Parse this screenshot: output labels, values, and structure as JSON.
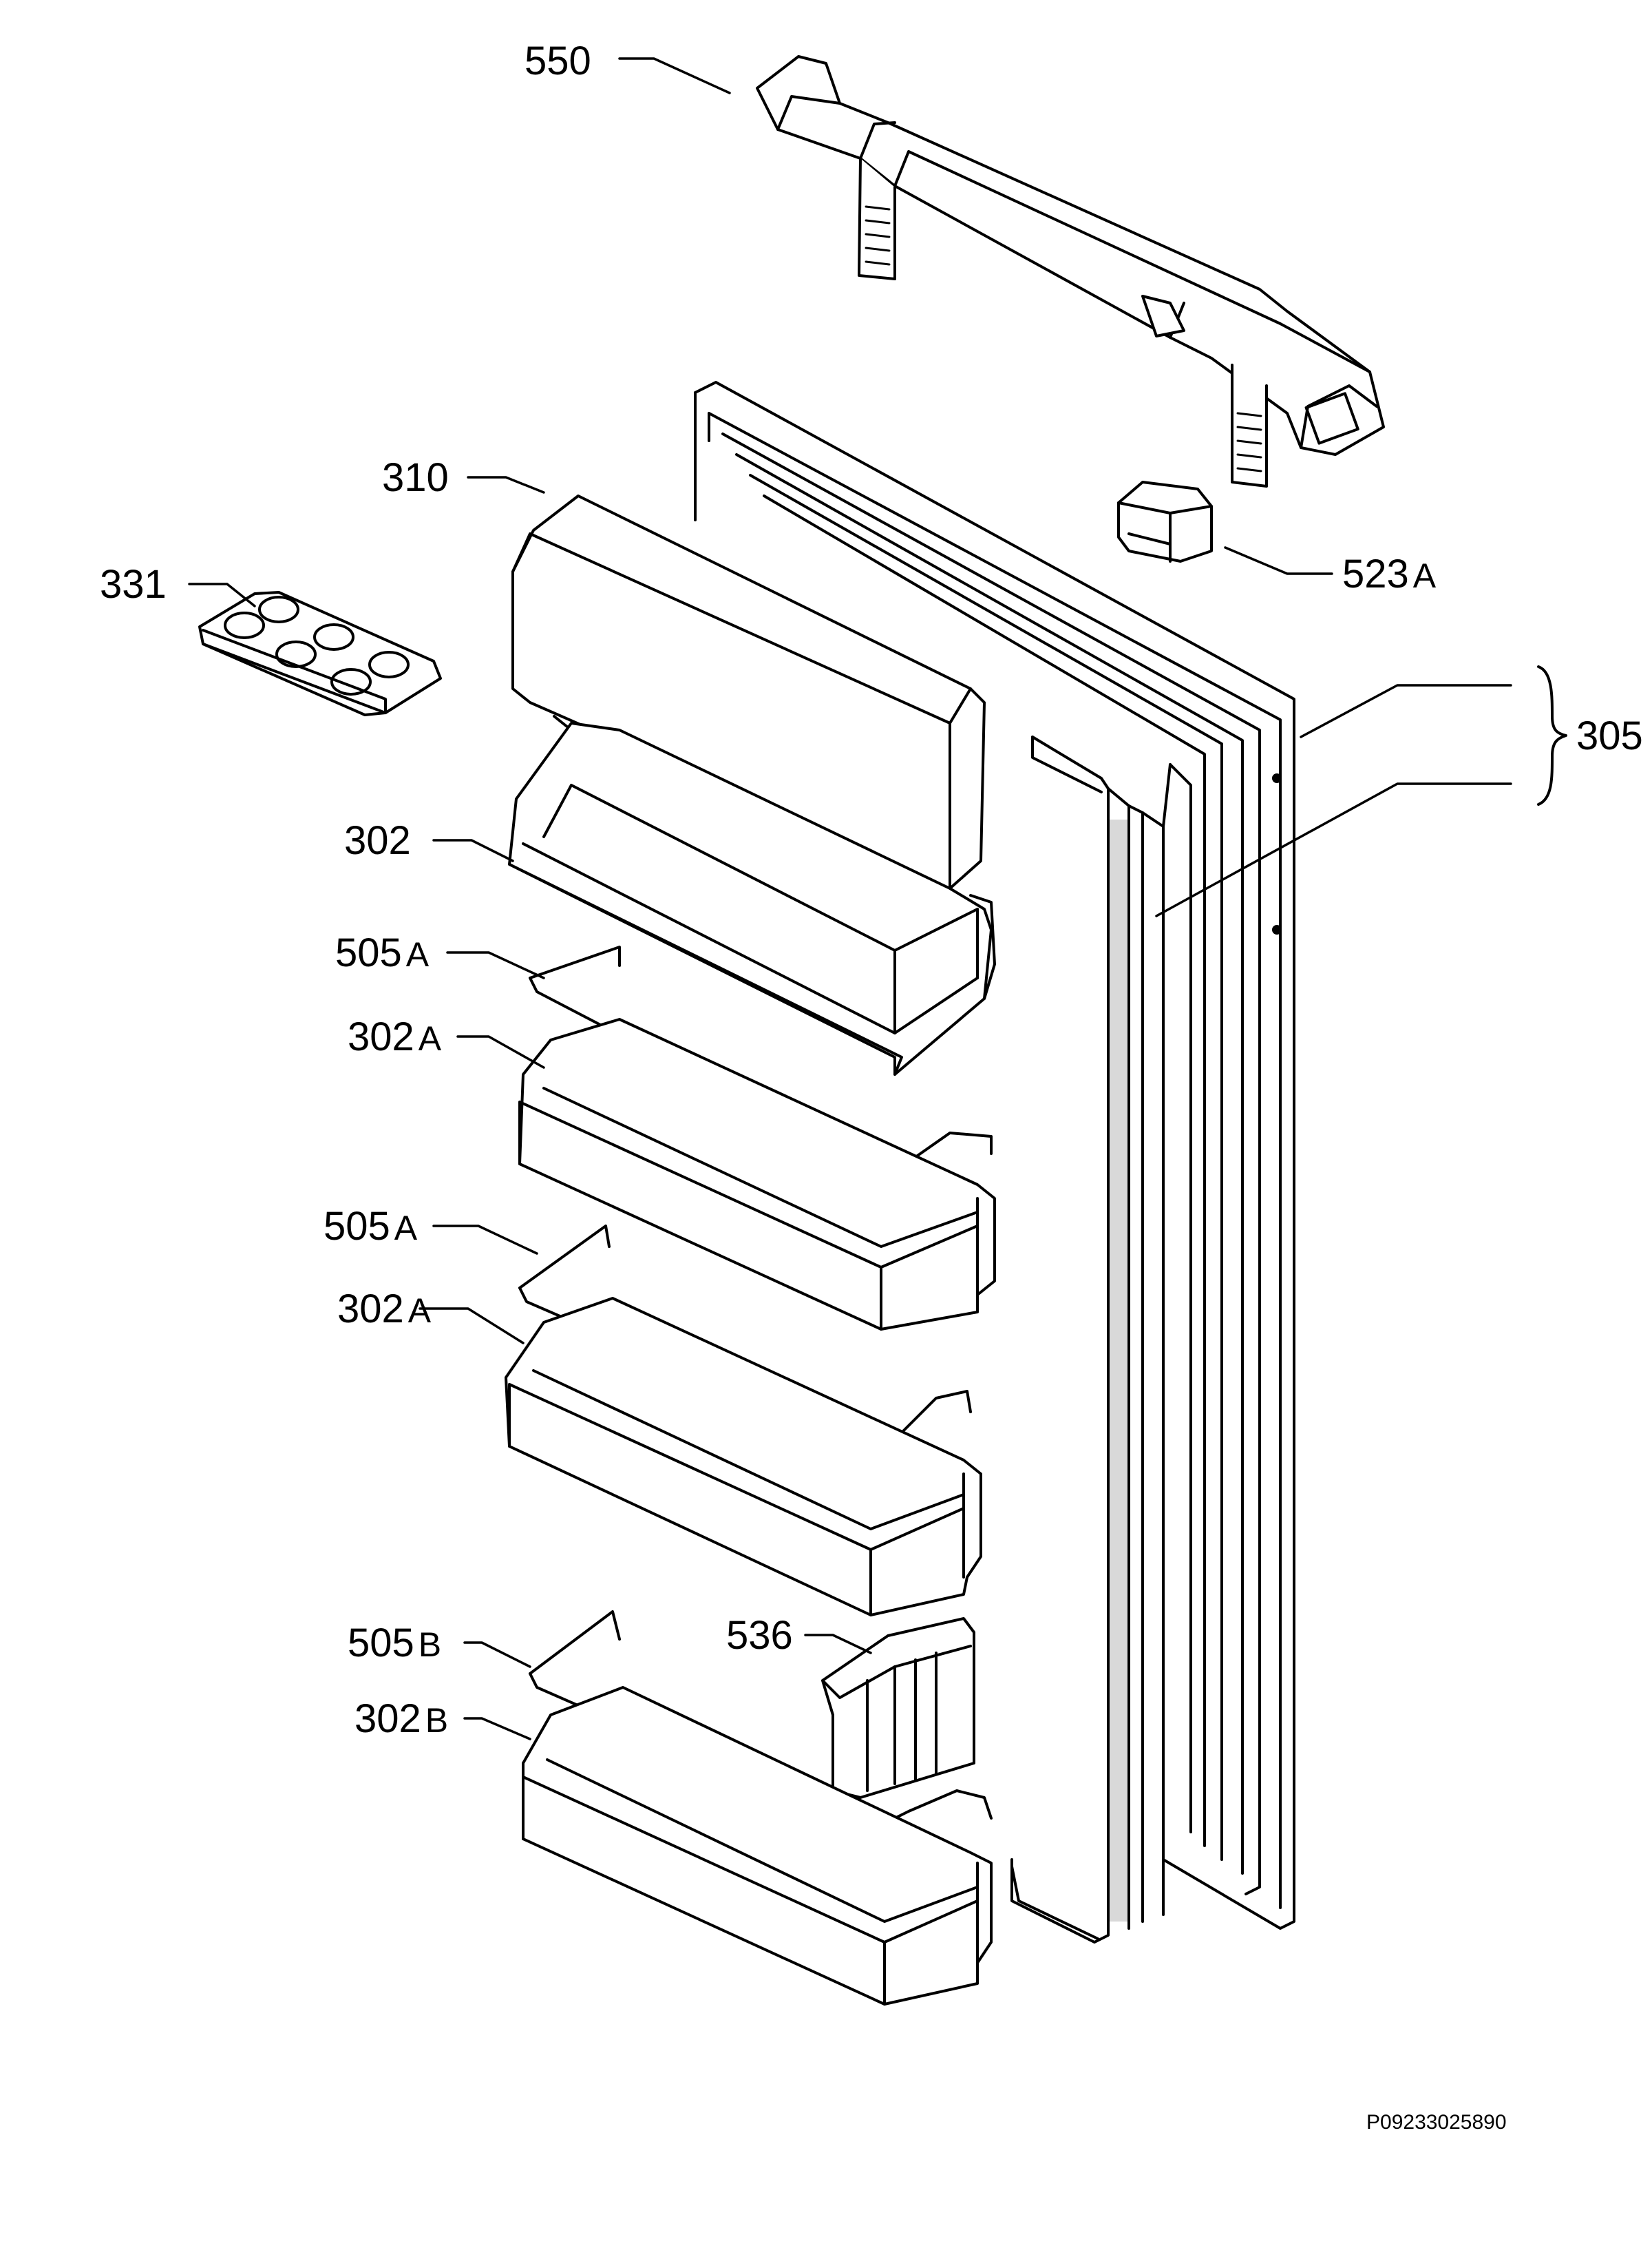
{
  "diagram": {
    "labels": {
      "l550": {
        "num": "550",
        "suf": ""
      },
      "l310": {
        "num": "310",
        "suf": ""
      },
      "l331": {
        "num": "331",
        "suf": ""
      },
      "l523a": {
        "num": "523",
        "suf": "A"
      },
      "l305": {
        "num": "305",
        "suf": ""
      },
      "l302": {
        "num": "302",
        "suf": ""
      },
      "l505a_1": {
        "num": "505",
        "suf": "A"
      },
      "l302a_1": {
        "num": "302",
        "suf": "A"
      },
      "l505a_2": {
        "num": "505",
        "suf": "A"
      },
      "l302a_2": {
        "num": "302",
        "suf": "A"
      },
      "l536": {
        "num": "536",
        "suf": ""
      },
      "l505b": {
        "num": "505",
        "suf": "B"
      },
      "l302b": {
        "num": "302",
        "suf": "B"
      }
    },
    "drawing_code": "P09233025890"
  },
  "colors": {
    "line": "#000000",
    "background": "#ffffff",
    "gasket_fill": "#d9d9d9"
  }
}
